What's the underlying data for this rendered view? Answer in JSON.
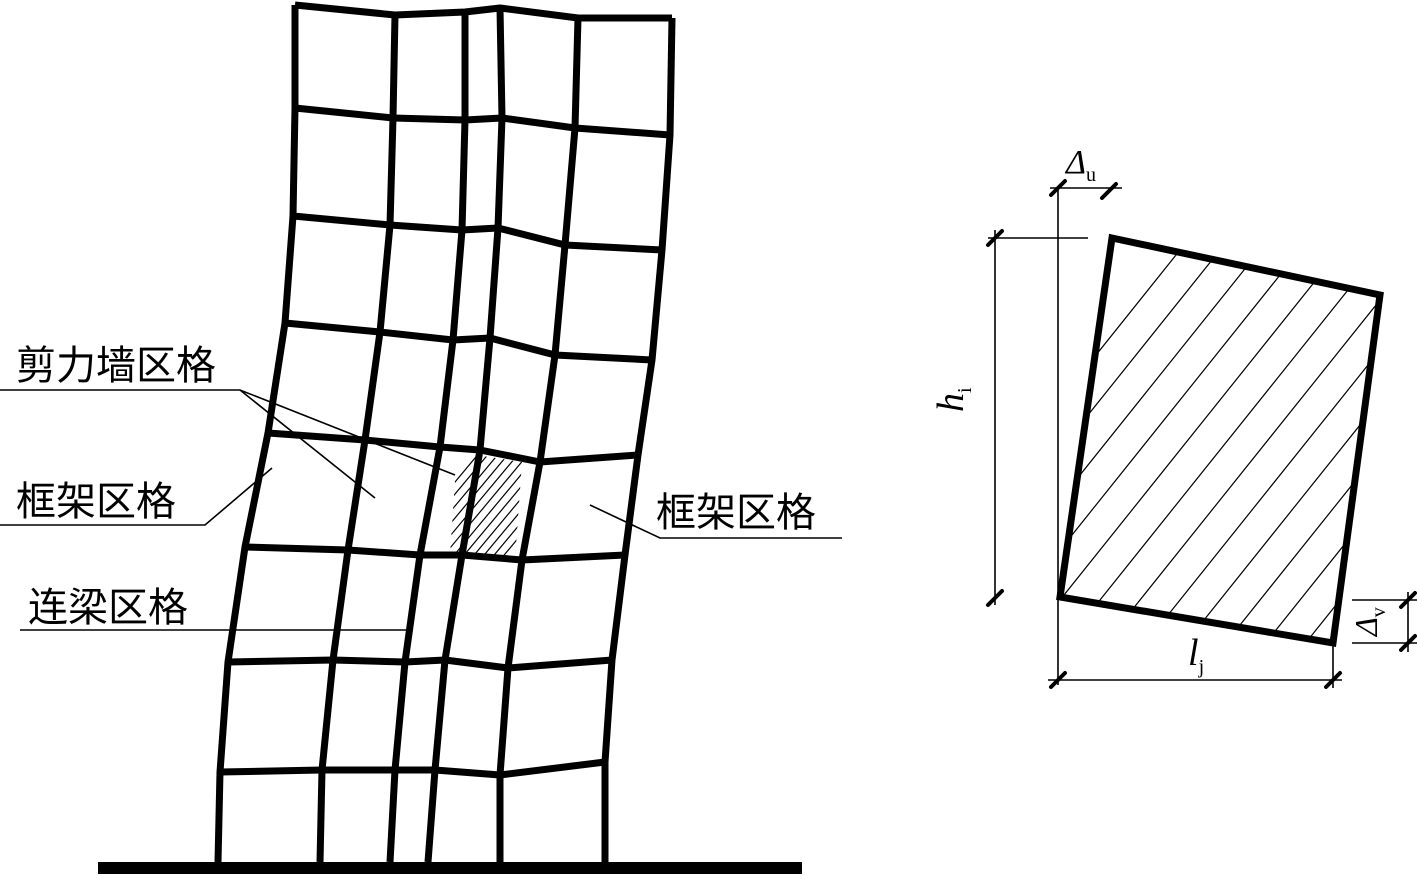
{
  "labels": {
    "shear_wall_cell": "剪力墙区格",
    "frame_cell_left": "框架区格",
    "coupling_beam_cell": "连梁区格",
    "frame_cell_right": "框架区格"
  },
  "symbols": {
    "delta_u": {
      "base": "Δ",
      "sub": "u"
    },
    "h_i": {
      "base": "h",
      "sub": "i"
    },
    "delta_v": {
      "base": "Δ",
      "sub": "v"
    },
    "l_j": {
      "base": "l",
      "sub": "j"
    }
  },
  "colors": {
    "line": "#000000",
    "background": "#ffffff"
  }
}
